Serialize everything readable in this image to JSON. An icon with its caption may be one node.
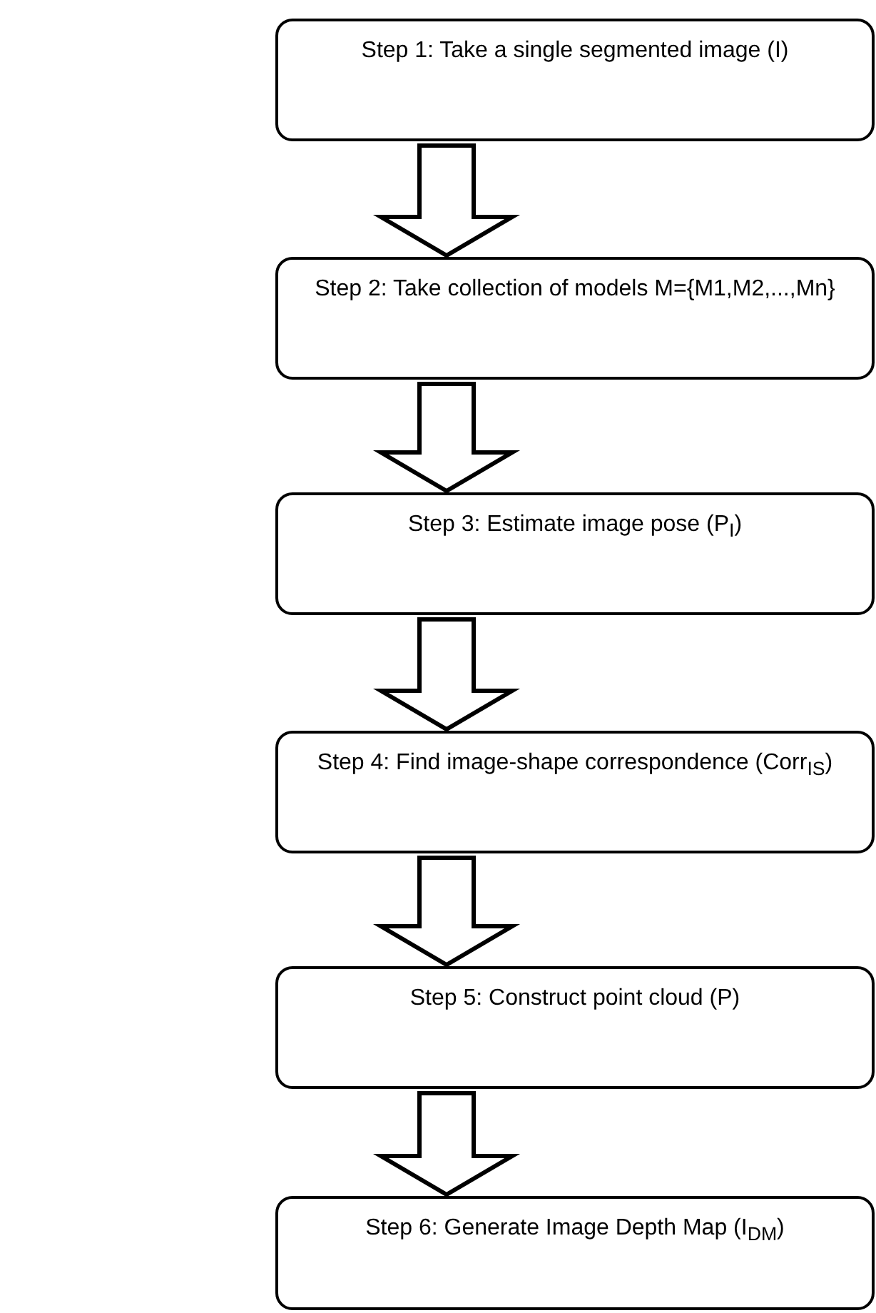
{
  "diagram": {
    "nodes": [
      {
        "text": [
          "Step 1: Take a single segmented image (I)"
        ]
      },
      {
        "text": [
          "Step 2: Take collection of models M={M1,M2,...,Mn}"
        ]
      },
      {
        "text": [
          "Step 3: Estimate image pose (P$_{I}$)"
        ]
      },
      {
        "text": [
          "Step 4: Find image-shape correspondence (Corr$_{IS}$)"
        ]
      },
      {
        "text": [
          "Step 5: Construct point cloud (P)"
        ]
      },
      {
        "text": [
          "Step 6: Generate Image Depth Map (I$_{DM}$)"
        ]
      }
    ],
    "edges": [
      {
        "from": 0,
        "to": 1,
        "arrow": "to"
      },
      {
        "from": 1,
        "to": 2,
        "arrow": "to"
      },
      {
        "from": 2,
        "to": 3,
        "arrow": "to"
      },
      {
        "from": 3,
        "to": 4,
        "arrow": "to"
      },
      {
        "from": 4,
        "to": 5,
        "arrow": "to"
      }
    ]
  }
}
